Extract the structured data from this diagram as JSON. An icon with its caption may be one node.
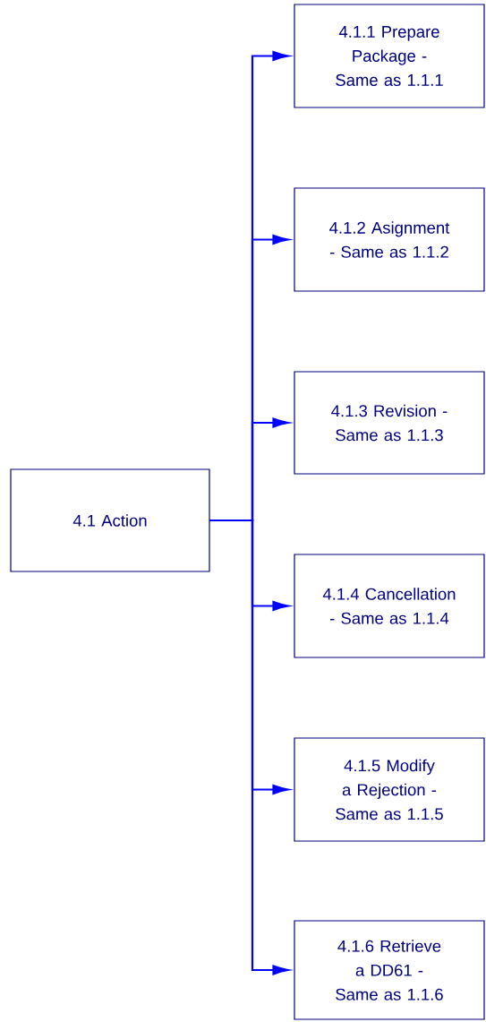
{
  "diagram": {
    "nodes": [
      {
        "text": [
          "4.1 Action"
        ]
      },
      {
        "text": [
          "4.1.1 Prepare Package - Same as 1.1.1"
        ]
      },
      {
        "text": [
          "4.1.2 Asignment - Same as 1.1.2"
        ]
      },
      {
        "text": [
          "4.1.3 Revision - Same as 1.1.3"
        ]
      },
      {
        "text": [
          "4.1.4 Cancellation - Same as 1.1.4"
        ]
      },
      {
        "text": [
          "4.1.5 Modify a Rejection -Same as 1.1.5"
        ]
      },
      {
        "text": [
          "4.1.6 Retrieve a DD61 - Same as 1.1.6"
        ]
      }
    ],
    "edges": [
      {
        "from": 0,
        "to": 1,
        "arrow": "to"
      },
      {
        "from": 0,
        "to": 2,
        "arrow": "to"
      },
      {
        "from": 0,
        "to": 3,
        "arrow": "to"
      },
      {
        "from": 0,
        "to": 4,
        "arrow": "to"
      },
      {
        "from": 0,
        "to": 5,
        "arrow": "to"
      },
      {
        "from": 0,
        "to": 6,
        "arrow": "to"
      }
    ]
  }
}
